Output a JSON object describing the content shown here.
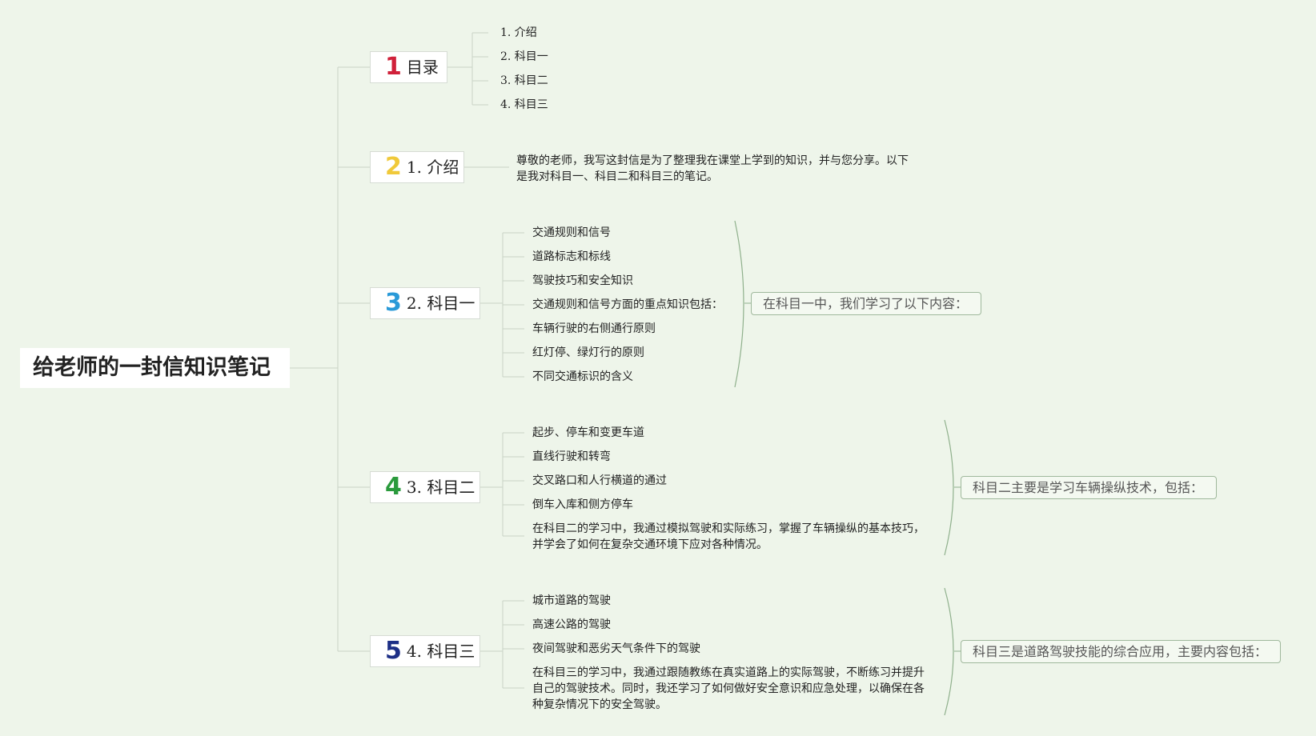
{
  "root": {
    "title": "给老师的一封信知识笔记"
  },
  "branches": [
    {
      "num": "1",
      "label": "目录",
      "num_color": "#d0213a",
      "leaves": [
        "1. 介绍",
        "2. 科目一",
        "3. 科目二",
        "4. 科目三"
      ]
    },
    {
      "num": "2",
      "label": "1. 介绍",
      "num_color": "#f0c93a",
      "paragraph": "尊敬的老师，我写这封信是为了整理我在课堂上学到的知识，并与您分享。以下是我对科目一、科目二和科目三的笔记。"
    },
    {
      "num": "3",
      "label": "2. 科目一",
      "num_color": "#2a9ad8",
      "leaves": [
        "交通规则和信号",
        "道路标志和标线",
        "驾驶技巧和安全知识",
        "交通规则和信号方面的重点知识包括：",
        "车辆行驶的右侧通行原则",
        "红灯停、绿灯行的原则",
        "不同交通标识的含义"
      ],
      "summary": "在科目一中，我们学习了以下内容："
    },
    {
      "num": "4",
      "label": "3. 科目二",
      "num_color": "#2a9a3c",
      "leaves": [
        "起步、停车和变更车道",
        "直线行驶和转弯",
        "交叉路口和人行横道的通过",
        "倒车入库和侧方停车",
        "在科目二的学习中，我通过模拟驾驶和实际练习，掌握了车辆操纵的基本技巧，并学会了如何在复杂交通环境下应对各种情况。"
      ],
      "summary": "科目二主要是学习车辆操纵技术，包括："
    },
    {
      "num": "5",
      "label": "4. 科目三",
      "num_color": "#1d2f86",
      "leaves": [
        "城市道路的驾驶",
        "高速公路的驾驶",
        "夜间驾驶和恶劣天气条件下的驾驶",
        "在科目三的学习中，我通过跟随教练在真实道路上的实际驾驶，不断练习并提升自己的驾驶技术。同时，我还学习了如何做好安全意识和应急处理，以确保在各种复杂情况下的安全驾驶。"
      ],
      "summary": "科目三是道路驾驶技能的综合应用，主要内容包括："
    }
  ],
  "colors": {
    "line": "#c9d3c6",
    "brace": "#8fb08c",
    "box_border": "#d6dcd4"
  }
}
